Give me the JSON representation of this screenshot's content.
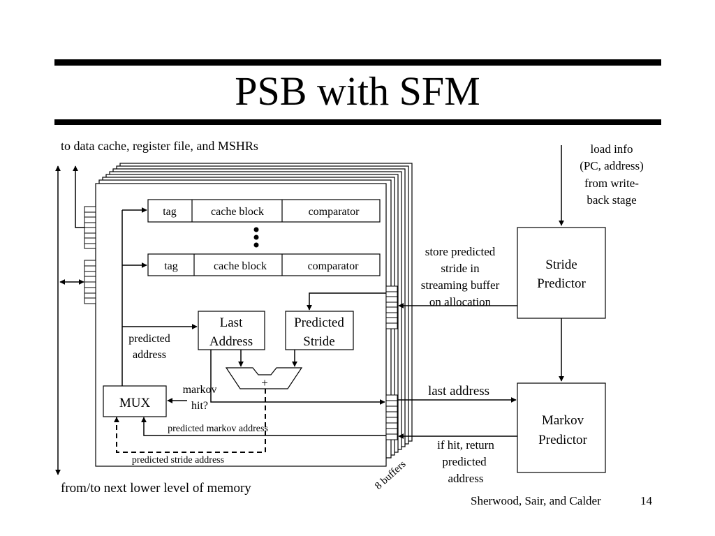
{
  "slide": {
    "title": "PSB with SFM",
    "author": "Sherwood, Sair, and Calder",
    "page": "14"
  },
  "diagram": {
    "top_label": "to data cache, register file, and MSHRs",
    "bottom_label": "from/to next lower level of memory",
    "load_info": [
      "load info",
      "(PC, address)",
      "from write-",
      "back stage"
    ],
    "stride_predictor": [
      "Stride",
      "Predictor"
    ],
    "markov_predictor": [
      "Markov",
      "Predictor"
    ],
    "store_note": [
      "store predicted",
      "stride in",
      "streaming buffer",
      "on allocation"
    ],
    "last_address_arrow": "last address",
    "if_hit_note": [
      "if hit, return",
      "predicted",
      "address"
    ],
    "buffers_label": "8 buffers",
    "row1": {
      "tag": "tag",
      "block": "cache block",
      "comparator": "comparator"
    },
    "row2": {
      "tag": "tag",
      "block": "cache block",
      "comparator": "comparator"
    },
    "last_address_box": [
      "Last",
      "Address"
    ],
    "predicted_stride_box": [
      "Predicted",
      "Stride"
    ],
    "adder_symbol": "+",
    "mux": "MUX",
    "predicted_address": [
      "predicted",
      "address"
    ],
    "markov_hit": [
      "markov",
      "hit?"
    ],
    "predicted_markov_address": "predicted markov address",
    "predicted_stride_address": "predicted stride address"
  }
}
